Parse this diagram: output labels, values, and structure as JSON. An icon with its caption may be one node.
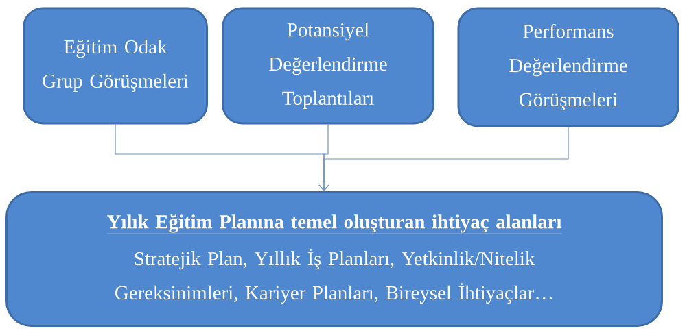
{
  "diagram": {
    "nodes": [
      {
        "text": [
          "Eğitim Odak Grup Görüşmeleri"
        ]
      },
      {
        "text": [
          "Potansiyel Değerlendirme Toplantıları"
        ]
      },
      {
        "text": [
          "Performans Değerlendirme Görüşmeleri"
        ]
      },
      {
        "text": [
          "Yılık Eğitim Planına temel oluşturan ihtiyaç alanları",
          "Stratejik Plan, Yıllık İş Planları, Yetkinlik/Nitelik Gereksinimleri, Kariyer Planları, Bireysel İhtiyaçlar…"
        ]
      }
    ],
    "edges": [
      {
        "from": 0,
        "to": 3,
        "arrow": "to"
      },
      {
        "from": 1,
        "to": 3,
        "arrow": "to"
      },
      {
        "from": 2,
        "to": 3,
        "arrow": "to"
      }
    ]
  }
}
